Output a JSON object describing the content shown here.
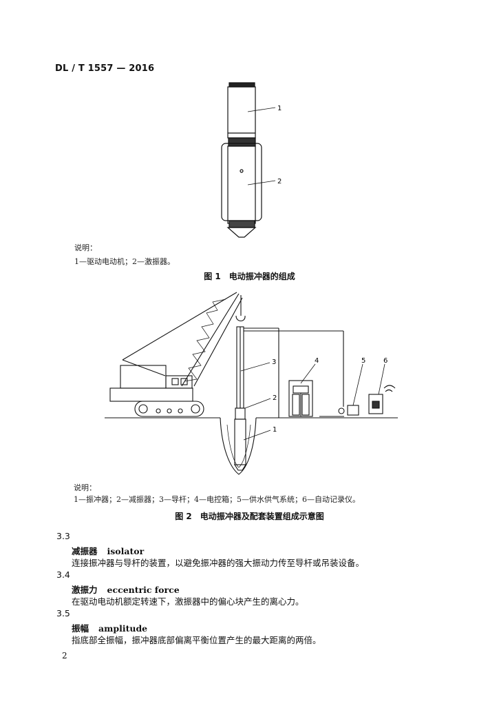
{
  "header": {
    "standard_code": "DL / T 1557 — 2016"
  },
  "figure1": {
    "callouts": [
      "1",
      "2"
    ],
    "note_title": "说明：",
    "note_text": "1—驱动电动机；2—激振器。",
    "caption": "图 1　电动振冲器的组成"
  },
  "figure2": {
    "callouts": [
      "1",
      "2",
      "3",
      "4",
      "5",
      "6"
    ],
    "note_title": "说明：",
    "note_text": "1—振冲器；2—减振器；3—导杆；4—电控箱；5—供水供气系统；6—自动记录仪。",
    "caption": "图 2　电动振冲器及配套装置组成示意图"
  },
  "sections": [
    {
      "number": "3.3",
      "term_cn": "减振器",
      "term_en": "isolator",
      "definition": "连接振冲器与导杆的装置，以避免振冲器的强大振动力传至导杆或吊装设备。"
    },
    {
      "number": "3.4",
      "term_cn": "激振力",
      "term_en": "eccentric force",
      "definition": "在驱动电动机额定转速下，激振器中的偏心块产生的离心力。"
    },
    {
      "number": "3.5",
      "term_cn": "振幅",
      "term_en": "amplitude",
      "definition": "指底部全振幅，振冲器底部偏离平衡位置产生的最大距离的两倍。"
    }
  ],
  "page_number": "2"
}
